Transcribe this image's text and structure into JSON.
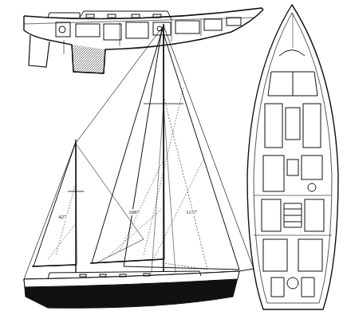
{
  "diagram": {
    "labels": [
      "427",
      "1067",
      "1157"
    ]
  }
}
